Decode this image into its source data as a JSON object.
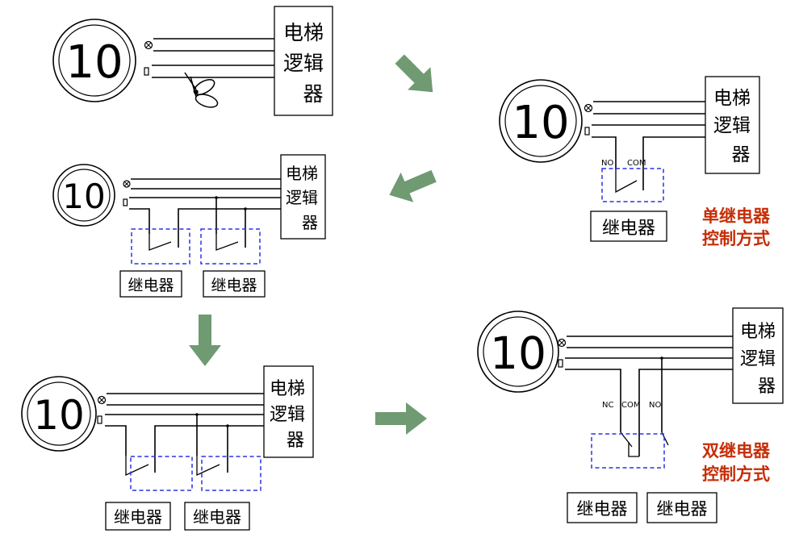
{
  "diagram": {
    "floor_number": "10",
    "logic_box": [
      "电梯",
      "逻辑",
      "器"
    ],
    "relay_label": "继电器",
    "contact_labels": {
      "no": "NO",
      "com": "COM",
      "nc": "NC"
    },
    "captions": {
      "single_relay": [
        "单继电器",
        "控制方式"
      ],
      "dual_relay": [
        "双继电器",
        "控制方式"
      ]
    },
    "colors": {
      "wire": "#000000",
      "relay_dashed_box": "#2a33e6",
      "caption": "#c62d07",
      "flow_arrow": "#6f9a72"
    }
  }
}
